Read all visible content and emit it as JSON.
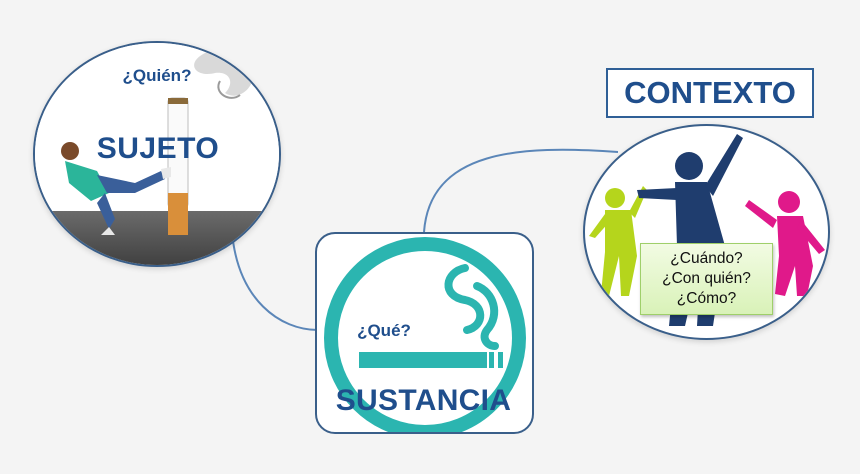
{
  "diagram": {
    "sujeto": {
      "question": "¿Quién?",
      "title": "SUJETO"
    },
    "sustancia": {
      "question": "¿Qué?",
      "title": "SUSTANCIA"
    },
    "contexto": {
      "title": "CONTEXTO",
      "questions": [
        "¿Cuándo?",
        "¿Con quién?",
        "¿Cómo?"
      ]
    }
  },
  "colors": {
    "label_text": "#1f4e8c",
    "connector": "#5b86b8",
    "no_smoking_teal": "#2bb5b0",
    "questions_bg": "#e3f5cc"
  },
  "icons": {
    "sujeto_art": "person-kicking-cigarette-illustration",
    "sustancia_art": "smoking-area-sign-icon",
    "contexto_art": "dancing-children-silhouettes"
  }
}
